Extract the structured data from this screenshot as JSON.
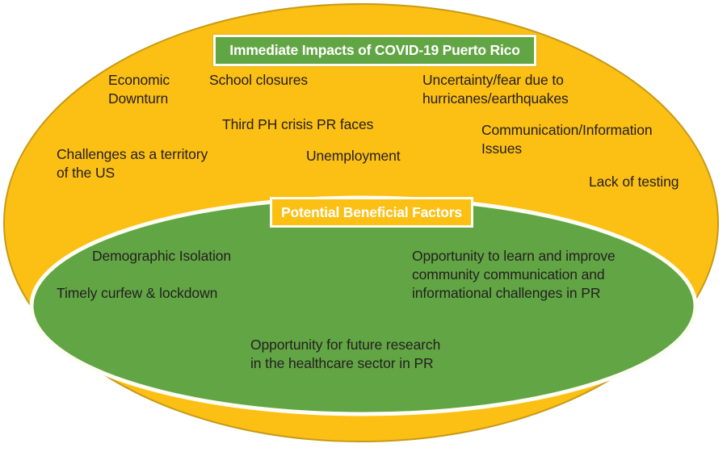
{
  "figure": {
    "type": "venn-overlap-diagram",
    "colors": {
      "impacts_fill": "#fcbf14",
      "impacts_stroke": "#c79a16",
      "benefits_fill": "#62a544",
      "benefits_stroke": "#ffffff",
      "banner_text": "#ffffff",
      "label_text": "#231f20",
      "background": "#ffffff"
    }
  },
  "impacts": {
    "banner_label": "Immediate Impacts of COVID-19 Puerto Rico",
    "items": [
      {
        "id": "economic",
        "text": "Economic\nDownturn"
      },
      {
        "id": "school",
        "text": "School closures"
      },
      {
        "id": "uncertainty",
        "text": "Uncertainty/fear due to\nhurricanes/earthquakes"
      },
      {
        "id": "thirdph",
        "text": "Third PH crisis PR faces"
      },
      {
        "id": "communication",
        "text": "Communication/Information\nIssues"
      },
      {
        "id": "challenges",
        "text": "Challenges as a territory\nof the US"
      },
      {
        "id": "unemployment",
        "text": "Unemployment"
      },
      {
        "id": "lacktesting",
        "text": "Lack of testing"
      }
    ]
  },
  "benefits": {
    "banner_label": "Potential Beneficial Factors",
    "items": [
      {
        "id": "demographic",
        "text": "Demographic Isolation"
      },
      {
        "id": "opportunity-learn",
        "text": "Opportunity to learn and improve\ncommunity communication and\ninformational challenges in PR"
      },
      {
        "id": "curfew",
        "text": "Timely curfew & lockdown"
      },
      {
        "id": "research",
        "text": "Opportunity for future research\nin the healthcare sector in PR"
      }
    ]
  }
}
